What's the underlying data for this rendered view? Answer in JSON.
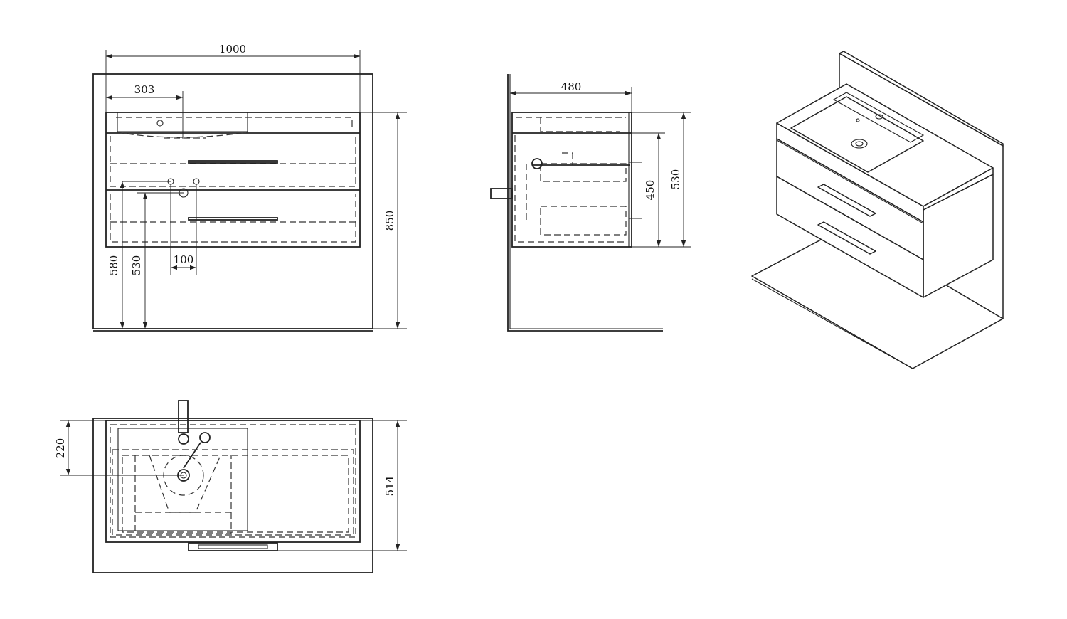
{
  "dimensions": {
    "front_width": "1000",
    "front_basin_offset": "303",
    "front_height": "850",
    "front_mount_height": "580",
    "front_drain_height": "530",
    "front_pipe_spacing": "100",
    "side_depth": "480",
    "side_cabinet_height": "450",
    "side_total_height": "530",
    "top_drain_offset": "220",
    "top_depth": "514"
  }
}
